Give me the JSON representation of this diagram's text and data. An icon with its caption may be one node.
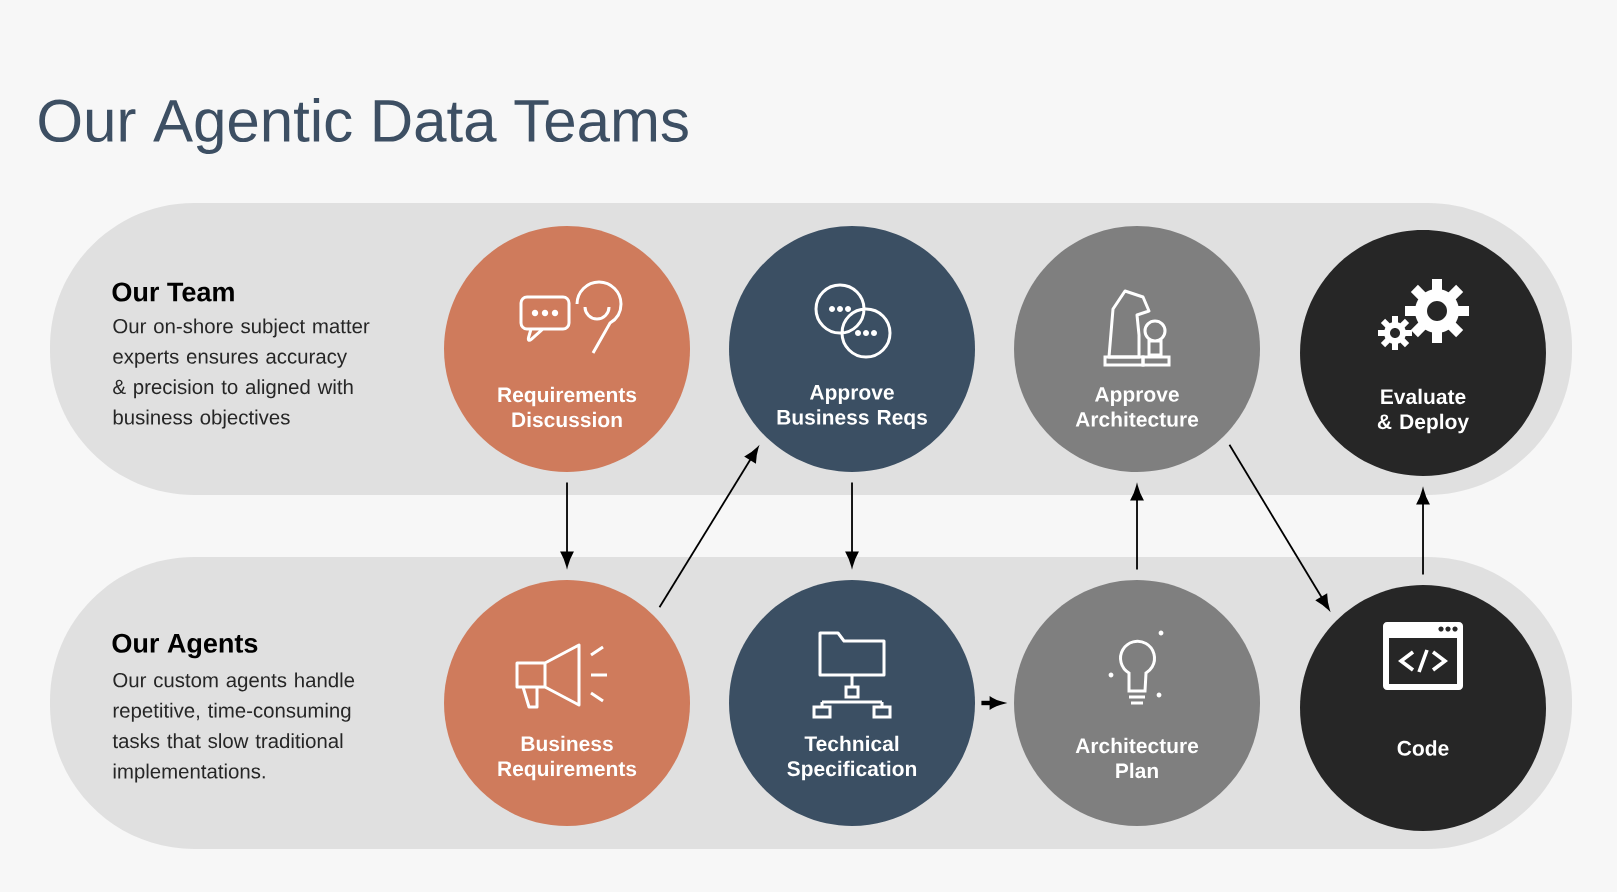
{
  "diagram": {
    "title": "Our Agentic Data Teams",
    "nodes": [
      {
        "text": [
          "Our Team",
          "Our on-shore subject matter experts ensures accuracy & precision to aligned with business objectives"
        ]
      },
      {
        "text": [
          "Our Agents",
          "Our custom agents handle repetitive, time-consuming tasks that slow traditional implementations."
        ]
      },
      {
        "text": [
          "Requirements Discussion"
        ],
        "in": 0
      },
      {
        "text": [
          "Approve Business Reqs"
        ],
        "in": 0
      },
      {
        "text": [
          "Approve Architecture"
        ],
        "in": 0
      },
      {
        "text": [
          "Evaluate & Deploy"
        ],
        "in": 0
      },
      {
        "text": [
          "Business Requirements"
        ],
        "in": 1
      },
      {
        "text": [
          "Technical Specification"
        ],
        "in": 1
      },
      {
        "text": [
          "Architecture Plan"
        ],
        "in": 1
      },
      {
        "text": [
          "Code"
        ],
        "in": 1
      }
    ],
    "edges": [
      {
        "from": 2,
        "to": 6,
        "arrow": "to"
      },
      {
        "from": 6,
        "to": 3,
        "arrow": "to"
      },
      {
        "from": 3,
        "to": 7,
        "arrow": "to"
      },
      {
        "from": 7,
        "to": 8,
        "arrow": "to",
        "style": "thick"
      },
      {
        "from": 8,
        "to": 4,
        "arrow": "to"
      },
      {
        "from": 4,
        "to": 9,
        "arrow": "to"
      },
      {
        "from": 9,
        "to": 5,
        "arrow": "to"
      }
    ]
  }
}
